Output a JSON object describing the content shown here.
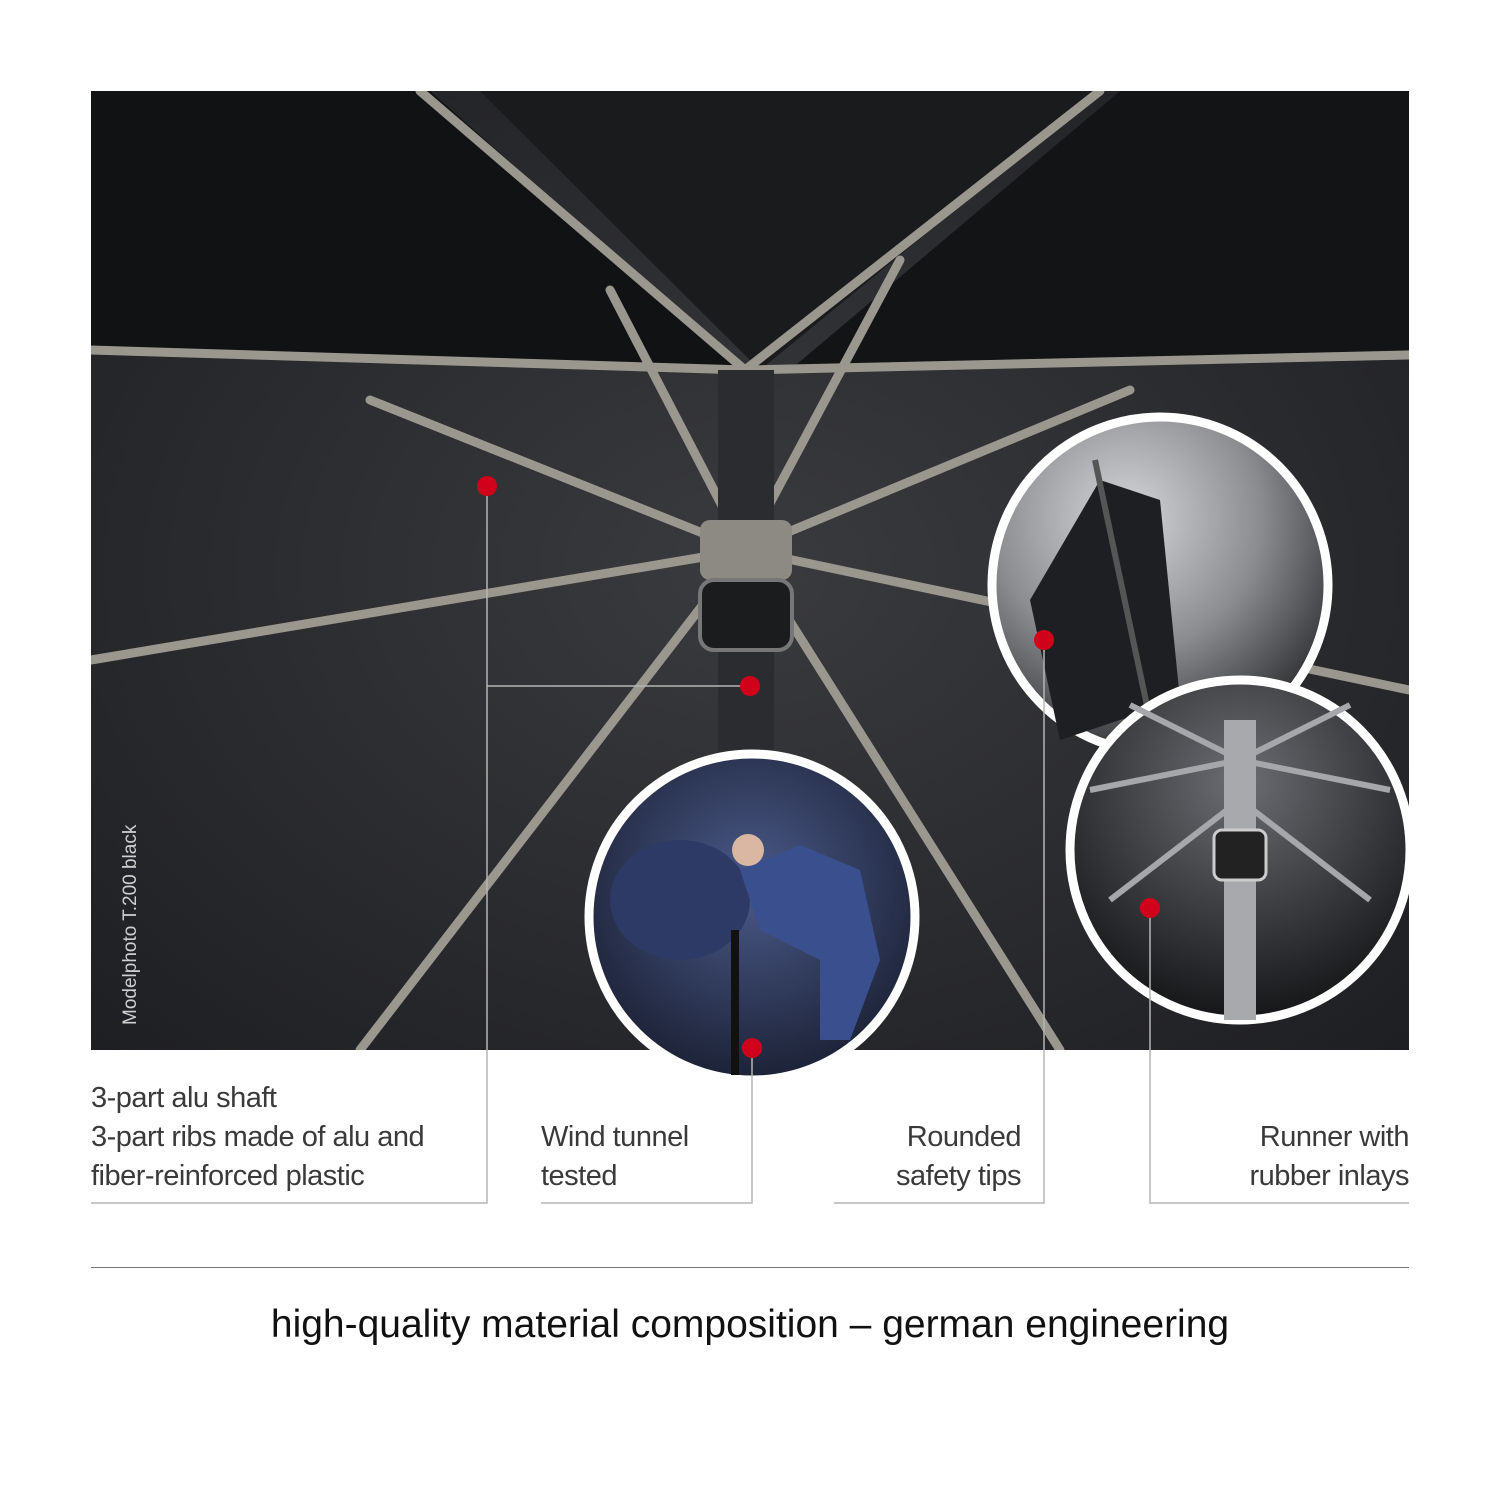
{
  "photo": {
    "watermark": "Modelphoto T.200 black",
    "accent_color": "#d0021b"
  },
  "features": [
    {
      "lines": [
        "3-part alu shaft",
        "3-part ribs made of alu and",
        "fiber-reinforced plastic"
      ]
    },
    {
      "lines": [
        "Wind tunnel",
        "tested"
      ]
    },
    {
      "lines": [
        "Rounded",
        "safety tips"
      ]
    },
    {
      "lines": [
        "Runner with",
        "rubber inlays"
      ]
    }
  ],
  "tagline": "high-quality material composition – german engineering"
}
